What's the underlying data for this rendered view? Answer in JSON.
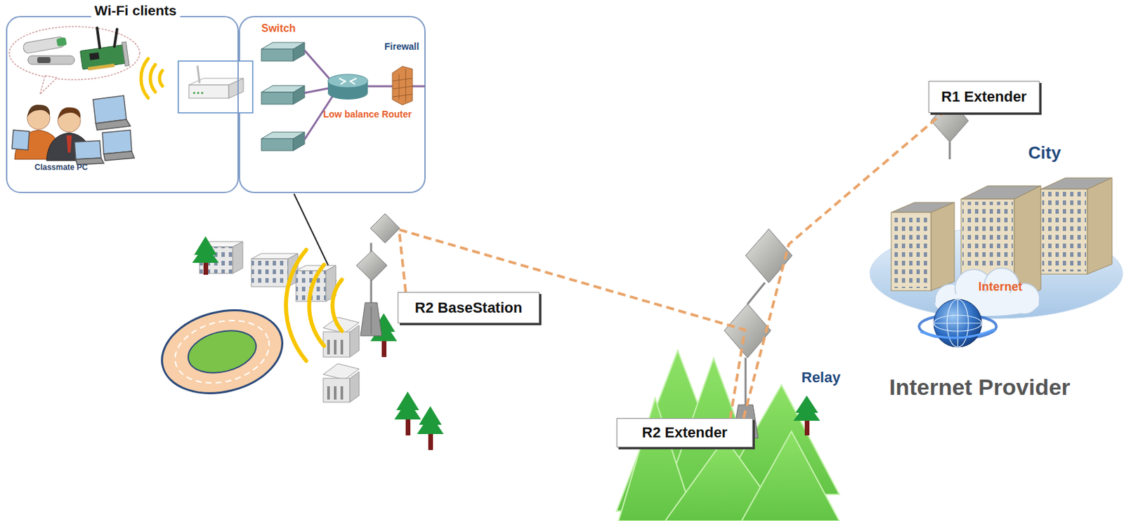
{
  "diagram": {
    "nodes": [
      {
        "text": [
          "Wi-Fi clients"
        ]
      },
      {
        "text": [
          "R1 Extender"
        ]
      },
      {
        "text": [
          "R2 BaseStation"
        ]
      },
      {
        "text": [
          "R2 Extender"
        ]
      }
    ],
    "edges": [
      {
        "from": 2,
        "to": 3,
        "arrow": "none"
      },
      {
        "from": 3,
        "to": 1,
        "arrow": "none"
      }
    ],
    "labels": [
      "Classmate PC",
      "Switch",
      "Firewall",
      "Low balance Router",
      "City",
      "Internet",
      "Internet Provider",
      "Relay"
    ]
  }
}
